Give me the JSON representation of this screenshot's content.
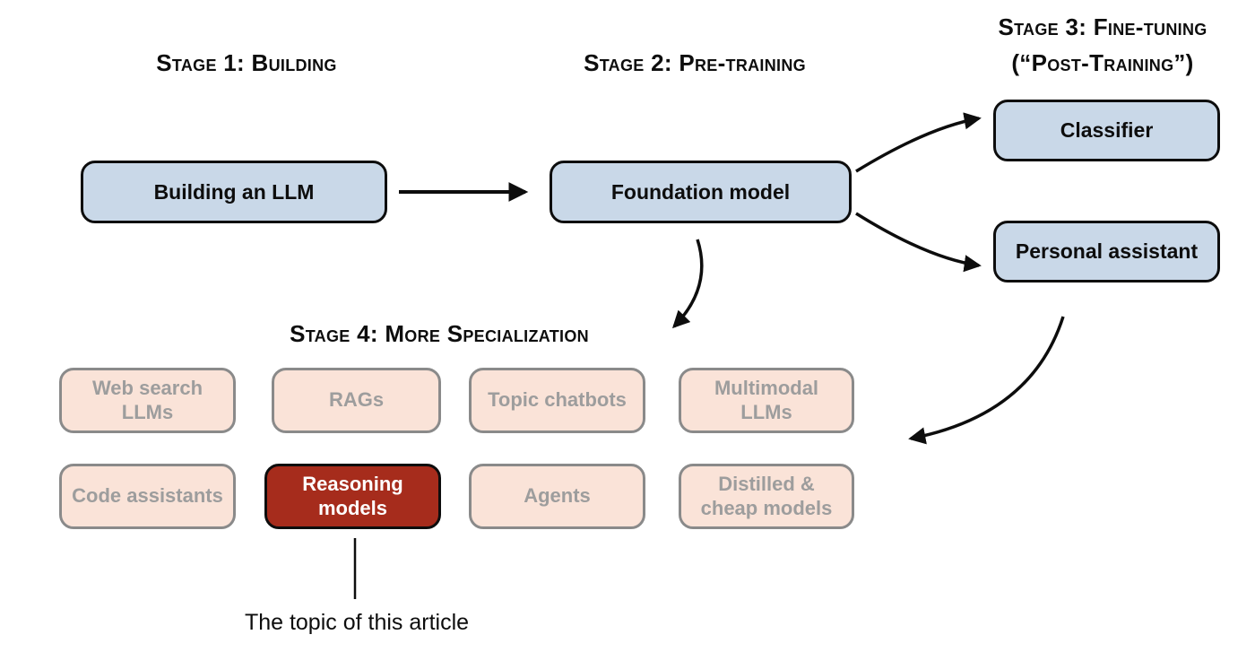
{
  "stages": {
    "stage1": {
      "label": "Stage 1: Building"
    },
    "stage2": {
      "label": "Stage 2: Pre-training"
    },
    "stage3": {
      "label_line1": "Stage 3: Fine-tuning",
      "label_line2": "(“Post-Training”)"
    },
    "stage4": {
      "label": "Stage 4: More Specialization"
    }
  },
  "nodes": {
    "building": "Building an LLM",
    "foundation": "Foundation model",
    "classifier": "Classifier",
    "personal_assistant": "Personal assistant",
    "web_search": "Web search LLMs",
    "rags": "RAGs",
    "topic_chatbots": "Topic chatbots",
    "multimodal": "Multimodal LLMs",
    "code_assistants": "Code assistants",
    "reasoning": "Reasoning models",
    "agents": "Agents",
    "distilled": "Distilled & cheap models"
  },
  "annotation": {
    "caption": "The topic of this article"
  },
  "colors": {
    "blue_box_fill": "#c9d8e8",
    "blue_box_border": "#0d0d0d",
    "pink_box_fill": "#fae3d8",
    "pink_box_border": "#8a8a8a",
    "pink_box_text": "#9d9d9d",
    "highlight_box_fill": "#a62c1c",
    "highlight_box_text": "#ffffff",
    "arrow": "#0d0d0d",
    "background": "#ffffff"
  }
}
